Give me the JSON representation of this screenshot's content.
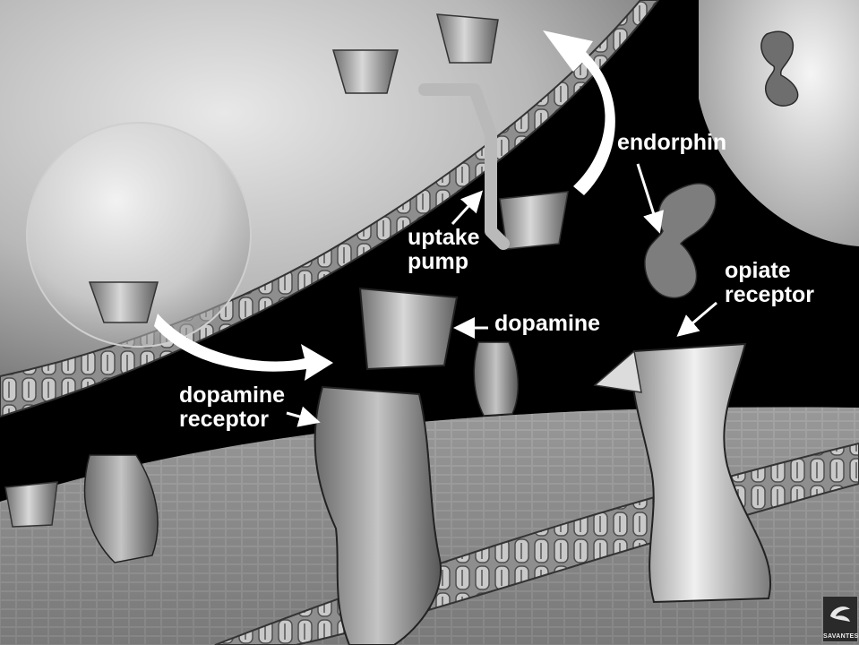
{
  "labels": {
    "endorphin": "endorphin",
    "uptake_pump": [
      "uptake",
      "pump"
    ],
    "opiate_receptor": [
      "opiate",
      "receptor"
    ],
    "dopamine": "dopamine",
    "dopamine_receptor": [
      "dopamine",
      "receptor"
    ]
  },
  "logo": {
    "text": "SAVANTES"
  },
  "colors": {
    "background": "#000000",
    "label_text": "#ffffff",
    "membrane": "#b5b5b5"
  }
}
